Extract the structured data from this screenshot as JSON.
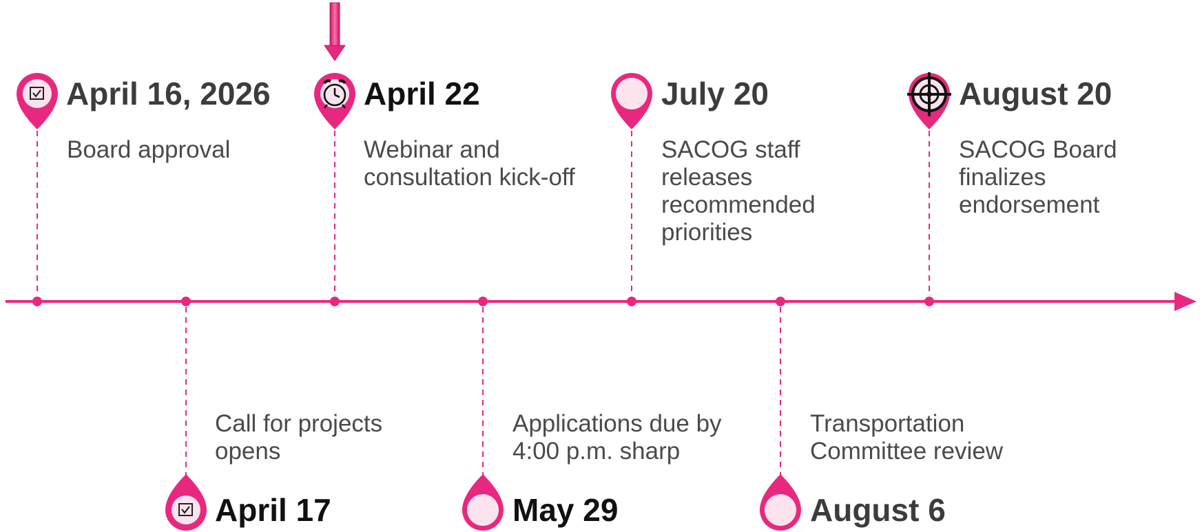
{
  "colors": {
    "accent": "#e8287f",
    "pin_inner": "#fbe3ee",
    "date_dark": "#3c3c3c",
    "date_black": "#111111",
    "desc_text": "#4a4a4a"
  },
  "milestones": [
    {
      "date": "April 16, 2026",
      "description": "Board approval",
      "icon": "checkbox-icon",
      "position": "above"
    },
    {
      "date": "April 17",
      "description": "Call for projects opens",
      "icon": "checkbox-icon",
      "position": "below"
    },
    {
      "date": "April 22",
      "description": "Webinar and consultation kick-off",
      "icon": "alarm-clock-icon",
      "position": "above",
      "highlighted": true
    },
    {
      "date": "May 29",
      "description": "Applications due by 4:00 p.m. sharp",
      "icon": "none",
      "position": "below"
    },
    {
      "date": "July 20",
      "description": "SACOG staff releases recommended priorities",
      "icon": "none",
      "position": "above"
    },
    {
      "date": "August 6",
      "description": "Transportation Committee review",
      "icon": "none",
      "position": "below"
    },
    {
      "date": "August 20",
      "description": "SACOG Board finalizes endorsement",
      "icon": "target-icon",
      "position": "above"
    }
  ]
}
